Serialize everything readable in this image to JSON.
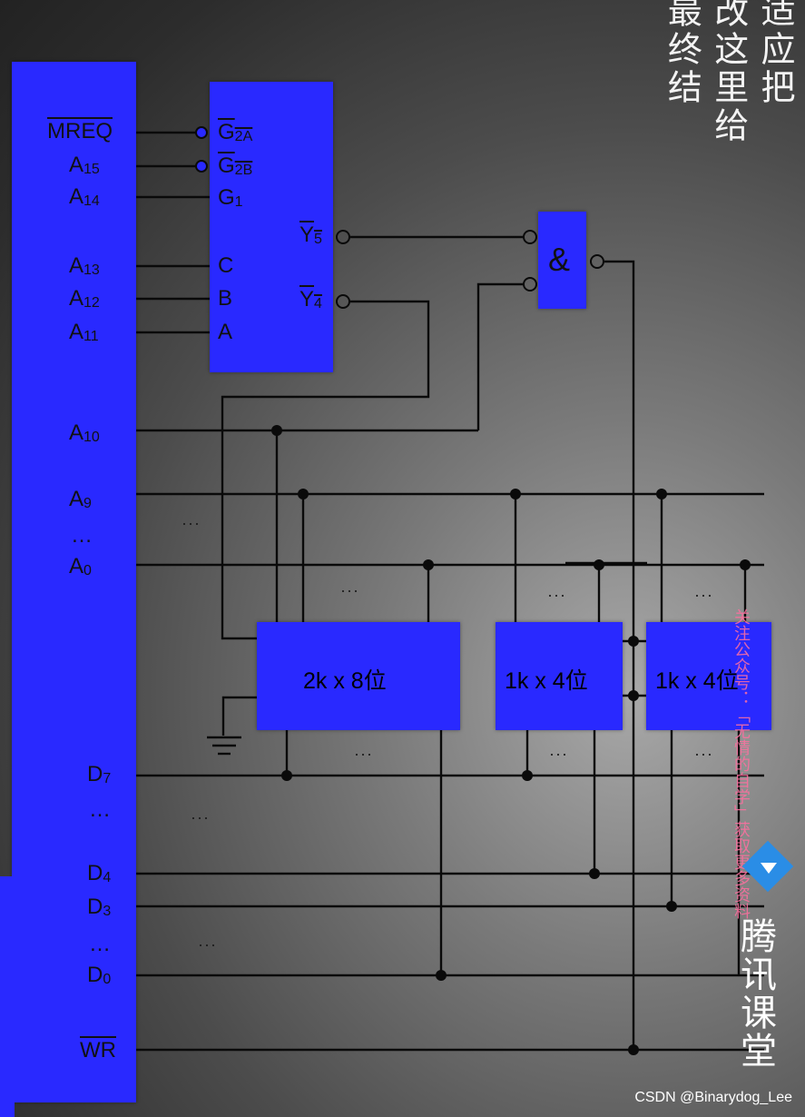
{
  "cpu_pins": {
    "mreq": "MREQ",
    "a15": [
      "A",
      "15"
    ],
    "a14": [
      "A",
      "14"
    ],
    "a13": [
      "A",
      "13"
    ],
    "a12": [
      "A",
      "12"
    ],
    "a11": [
      "A",
      "11"
    ],
    "a10": [
      "A",
      "10"
    ],
    "a9": [
      "A",
      "9"
    ],
    "a_dots": "…",
    "a0": [
      "A",
      "0"
    ],
    "d7": [
      "D",
      "7"
    ],
    "d_dots1": "…",
    "d4": [
      "D",
      "4"
    ],
    "d3": [
      "D",
      "3"
    ],
    "d_dots2": "…",
    "d0": [
      "D",
      "0"
    ],
    "wr": "WR"
  },
  "decoder_pins": {
    "g2a": [
      "G",
      "2A"
    ],
    "g2b": [
      "G",
      "2B"
    ],
    "g1": [
      "G",
      "1"
    ],
    "c": "C",
    "b": "B",
    "a": "A",
    "y5": [
      "Y",
      "5"
    ],
    "y4": [
      "Y",
      "4"
    ]
  },
  "and_gate": "&",
  "chips": {
    "chip1": "2k x 8位",
    "chip2": "1k x 4位",
    "chip3": "1k x 4位"
  },
  "ellipsis": "···",
  "side_text": [
    "适应把",
    "改这里给",
    "最终结"
  ],
  "watermark": {
    "brand": "腾讯课堂",
    "pink": "关注公众号：「无情的自学」获取更多资料",
    "csdn": "CSDN @Binarydog_Lee"
  },
  "colors": {
    "block": "#2929ff",
    "wire": "#0a0a0a",
    "text_dark": "#111111",
    "side_text": "#f3f3f3",
    "brand_icon": "#2a8de6"
  }
}
